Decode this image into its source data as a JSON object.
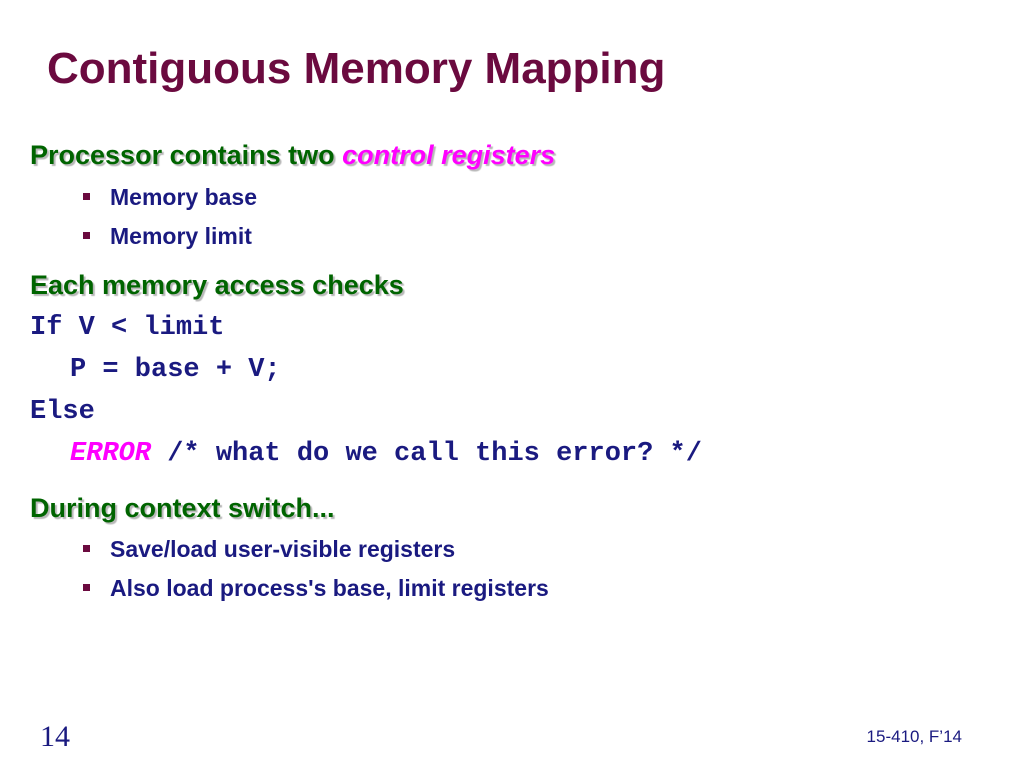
{
  "slide": {
    "title": "Contiguous Memory Mapping",
    "section1": {
      "heading_prefix": "Processor contains two ",
      "heading_accent": "control registers",
      "bullets": [
        "Memory base",
        "Memory limit"
      ]
    },
    "section2": {
      "heading": "Each memory access checks",
      "code": {
        "line1": "If V < limit",
        "line2": "P = base + V;",
        "line3": "Else",
        "line4_keyword": "ERROR",
        "line4_comment": " /* what do we call this error? */"
      }
    },
    "section3": {
      "heading": "During context switch...",
      "bullets": [
        "Save/load user-visible registers",
        "Also load process's base, limit registers"
      ]
    },
    "footer": {
      "page_number": "14",
      "course": "15-410, F’14"
    }
  },
  "colors": {
    "title": "#6b0a3f",
    "heading": "#006400",
    "accent": "#ff00ff",
    "body_text": "#1a1a80"
  }
}
